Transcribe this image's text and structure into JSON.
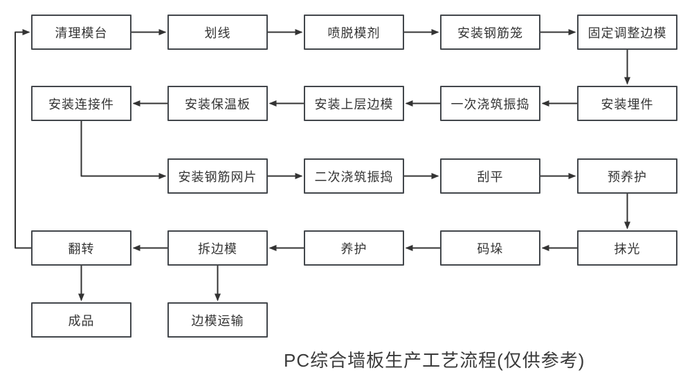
{
  "title": "PC综合墙板生产工艺流程(仅供参考)",
  "colors": {
    "background": "#ffffff",
    "box_border": "#42464b",
    "box_fill": "#ffffff",
    "line": "#333333",
    "text": "#333333"
  },
  "nodes": [
    {
      "label": "清理模台"
    },
    {
      "label": "划线"
    },
    {
      "label": "喷脱模剂"
    },
    {
      "label": "安装钢筋笼"
    },
    {
      "label": "固定调整边模"
    },
    {
      "label": "安装埋件"
    },
    {
      "label": "一次浇筑振捣"
    },
    {
      "label": "安装上层边模"
    },
    {
      "label": "安装保温板"
    },
    {
      "label": "安装连接件"
    },
    {
      "label": "安装钢筋网片"
    },
    {
      "label": "二次浇筑振捣"
    },
    {
      "label": "刮平"
    },
    {
      "label": "预养护"
    },
    {
      "label": "抹光"
    },
    {
      "label": "码垛"
    },
    {
      "label": "养护"
    },
    {
      "label": "拆边模"
    },
    {
      "label": "翻转"
    },
    {
      "label": "成品"
    },
    {
      "label": "边模运输"
    }
  ],
  "edges": [
    {
      "from": "清理模台",
      "to": "划线"
    },
    {
      "from": "划线",
      "to": "喷脱模剂"
    },
    {
      "from": "喷脱模剂",
      "to": "安装钢筋笼"
    },
    {
      "from": "安装钢筋笼",
      "to": "固定调整边模"
    },
    {
      "from": "固定调整边模",
      "to": "安装埋件"
    },
    {
      "from": "安装埋件",
      "to": "一次浇筑振捣"
    },
    {
      "from": "一次浇筑振捣",
      "to": "安装上层边模"
    },
    {
      "from": "安装上层边模",
      "to": "安装保温板"
    },
    {
      "from": "安装保温板",
      "to": "安装连接件"
    },
    {
      "from": "安装连接件",
      "to": "安装钢筋网片"
    },
    {
      "from": "安装钢筋网片",
      "to": "二次浇筑振捣"
    },
    {
      "from": "二次浇筑振捣",
      "to": "刮平"
    },
    {
      "from": "刮平",
      "to": "预养护"
    },
    {
      "from": "预养护",
      "to": "抹光"
    },
    {
      "from": "抹光",
      "to": "码垛"
    },
    {
      "from": "码垛",
      "to": "养护"
    },
    {
      "from": "养护",
      "to": "拆边模"
    },
    {
      "from": "拆边模",
      "to": "翻转"
    },
    {
      "from": "翻转",
      "to": "成品"
    },
    {
      "from": "拆边模",
      "to": "边模运输"
    },
    {
      "from": "翻转",
      "to": "清理模台"
    }
  ]
}
